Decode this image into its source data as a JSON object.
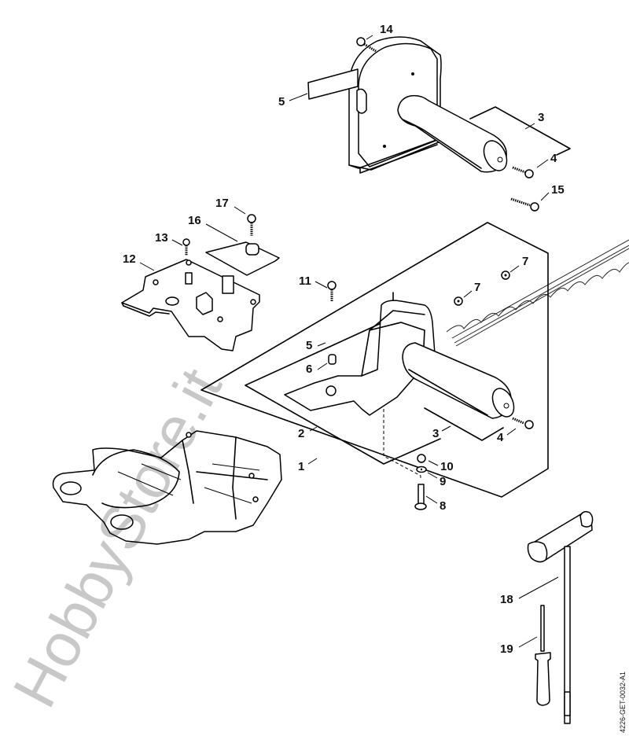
{
  "diagram": {
    "drawing_code": "4226-GET-0032-A1",
    "watermark": "HobbyStore.it",
    "callouts": [
      {
        "id": "c14",
        "label": "14",
        "part": "screw"
      },
      {
        "id": "c5a",
        "label": "5",
        "part": "label-plate"
      },
      {
        "id": "c3a",
        "label": "3",
        "part": "handle"
      },
      {
        "id": "c4a",
        "label": "4",
        "part": "screw"
      },
      {
        "id": "c15",
        "label": "15",
        "part": "screw"
      },
      {
        "id": "c17",
        "label": "17",
        "part": "screw"
      },
      {
        "id": "c16",
        "label": "16",
        "part": "cover-plate"
      },
      {
        "id": "c13",
        "label": "13",
        "part": "screw"
      },
      {
        "id": "c12",
        "label": "12",
        "part": "switch-housing"
      },
      {
        "id": "c11",
        "label": "11",
        "part": "screw"
      },
      {
        "id": "c7a",
        "label": "7",
        "part": "nut"
      },
      {
        "id": "c7b",
        "label": "7",
        "part": "nut"
      },
      {
        "id": "c5b",
        "label": "5",
        "part": "label-plate"
      },
      {
        "id": "c6",
        "label": "6",
        "part": "sleeve"
      },
      {
        "id": "c2",
        "label": "2",
        "part": "handle-bracket"
      },
      {
        "id": "c3b",
        "label": "3",
        "part": "handle"
      },
      {
        "id": "c4b",
        "label": "4",
        "part": "screw"
      },
      {
        "id": "c1",
        "label": "1",
        "part": "handle-assembly"
      },
      {
        "id": "c10",
        "label": "10",
        "part": "nut"
      },
      {
        "id": "c9",
        "label": "9",
        "part": "washer"
      },
      {
        "id": "c8",
        "label": "8",
        "part": "screw"
      },
      {
        "id": "c18",
        "label": "18",
        "part": "combination-wrench"
      },
      {
        "id": "c19",
        "label": "19",
        "part": "screwdriver"
      }
    ]
  }
}
